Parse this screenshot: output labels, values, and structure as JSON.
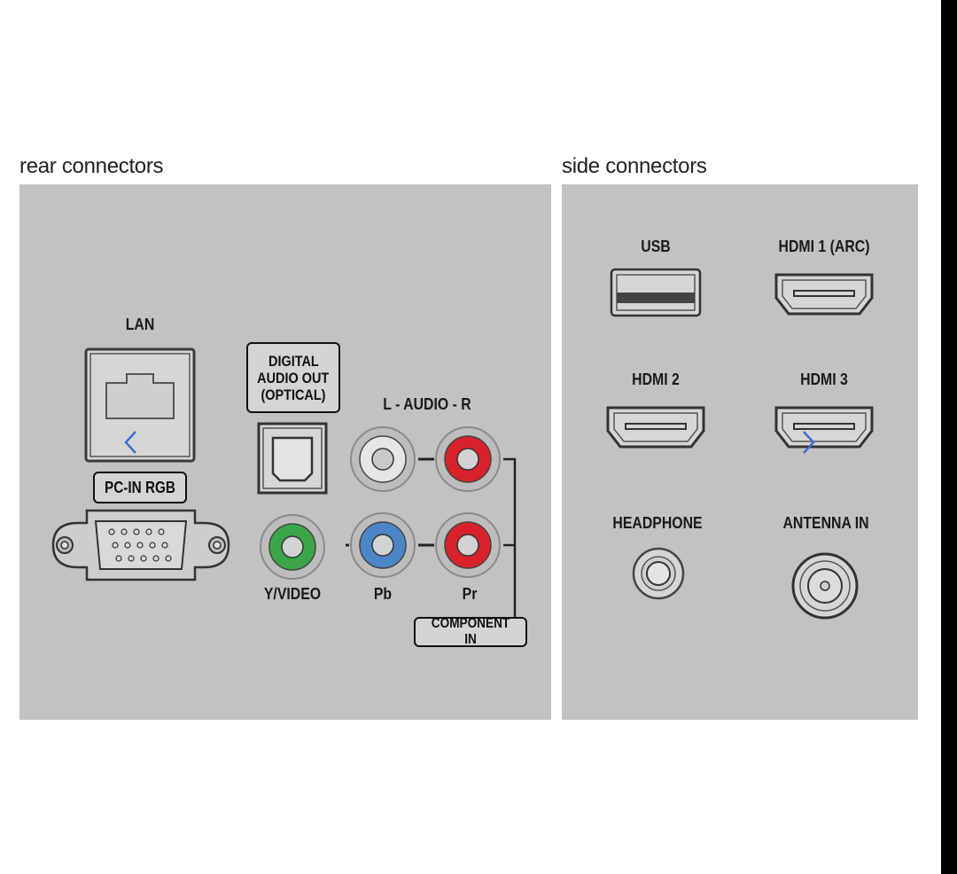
{
  "rear": {
    "title": "rear connectors",
    "lan": "LAN",
    "pc_in": "PC-IN RGB",
    "optical": [
      "DIGITAL",
      "AUDIO OUT",
      "(OPTICAL)"
    ],
    "audio": "L - AUDIO - R",
    "y_video": "Y/VIDEO",
    "pb": "Pb",
    "pr": "Pr",
    "component": "COMPONENT IN"
  },
  "side": {
    "title": "side connectors",
    "usb": "USB",
    "hdmi1": "HDMI 1 (ARC)",
    "hdmi2": "HDMI 2",
    "hdmi3": "HDMI 3",
    "headphone": "HEADPHONE",
    "antenna": "ANTENNA IN"
  },
  "colors": {
    "panel": "#c2c2c2",
    "jack_white": "#e6e6e6",
    "jack_red": "#d8222b",
    "jack_green": "#3aa648",
    "jack_blue": "#4c86c6",
    "nav_arrow": "#3b6fd4"
  },
  "icons": {
    "prev": "chevron-left-icon",
    "next": "chevron-right-icon"
  }
}
